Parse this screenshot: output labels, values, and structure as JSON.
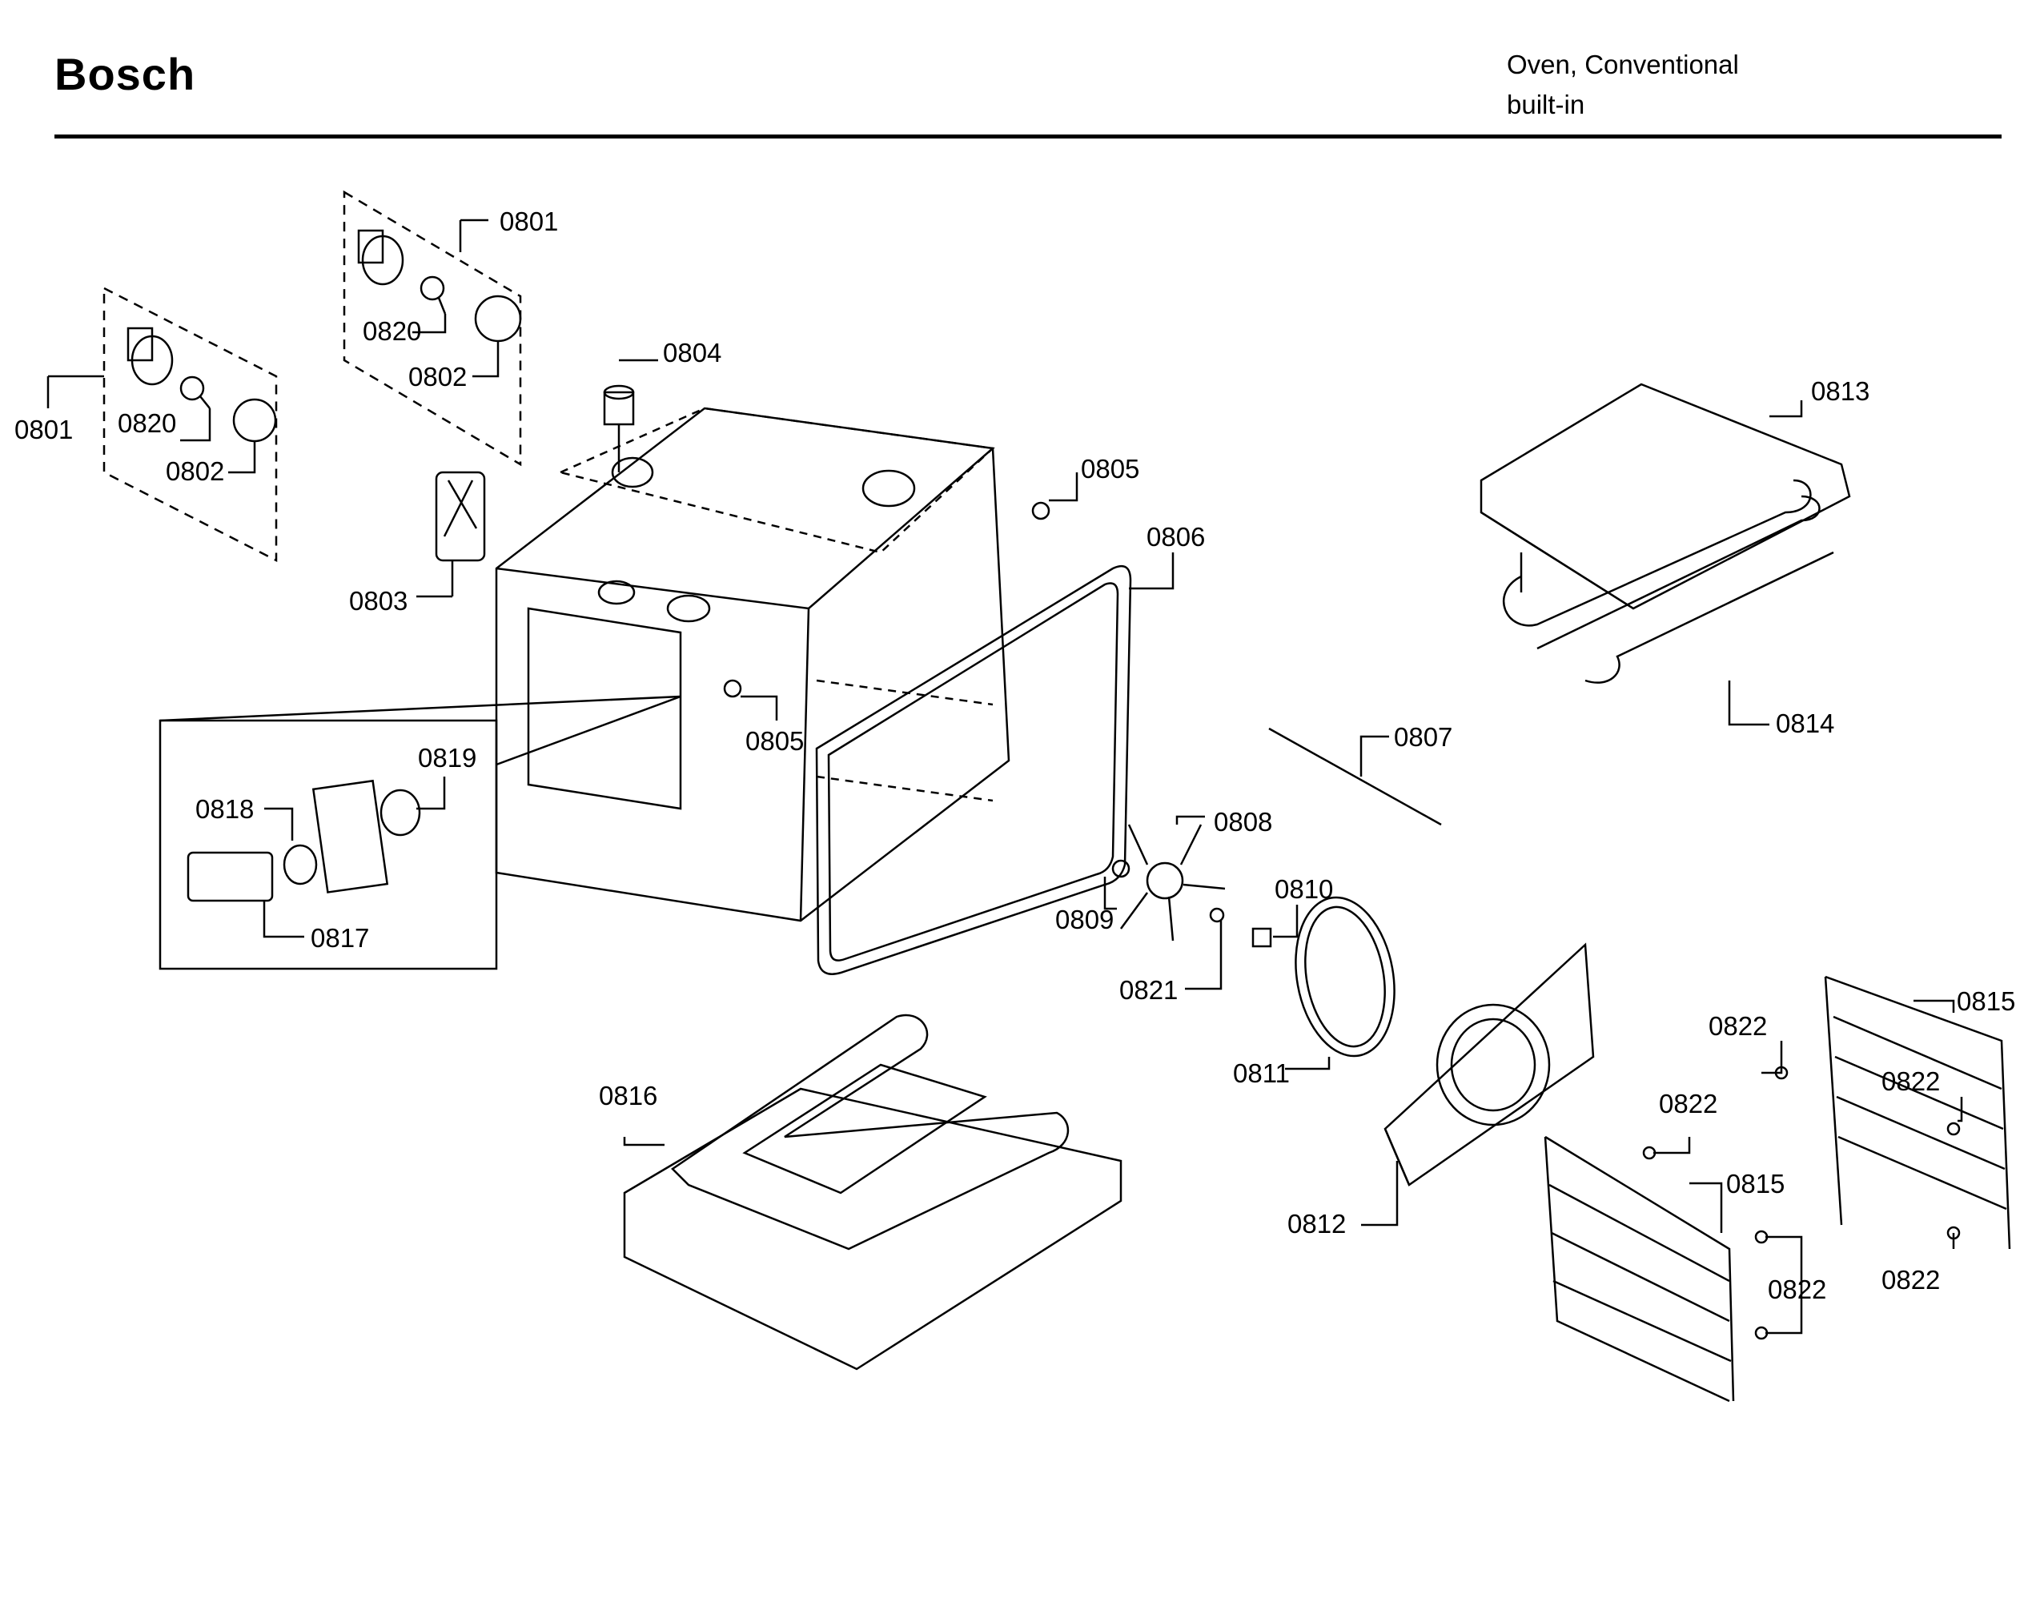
{
  "header": {
    "brand": "Bosch",
    "model_line1": "Oven, Conventional",
    "model_line2": "built-in"
  },
  "callouts": {
    "c0801a": "0801",
    "c0801b": "0801",
    "c0802a": "0802",
    "c0802b": "0802",
    "c0803": "0803",
    "c0804": "0804",
    "c0805a": "0805",
    "c0805b": "0805",
    "c0806": "0806",
    "c0807": "0807",
    "c0808": "0808",
    "c0809": "0809",
    "c0810": "0810",
    "c0811": "0811",
    "c0812": "0812",
    "c0813": "0813",
    "c0814": "0814",
    "c0815a": "0815",
    "c0815b": "0815",
    "c0816": "0816",
    "c0817": "0817",
    "c0818": "0818",
    "c0819": "0819",
    "c0820a": "0820",
    "c0820b": "0820",
    "c0821": "0821",
    "c0822a": "0822",
    "c0822b": "0822",
    "c0822c": "0822",
    "c0822d": "0822",
    "c0822e": "0822"
  }
}
